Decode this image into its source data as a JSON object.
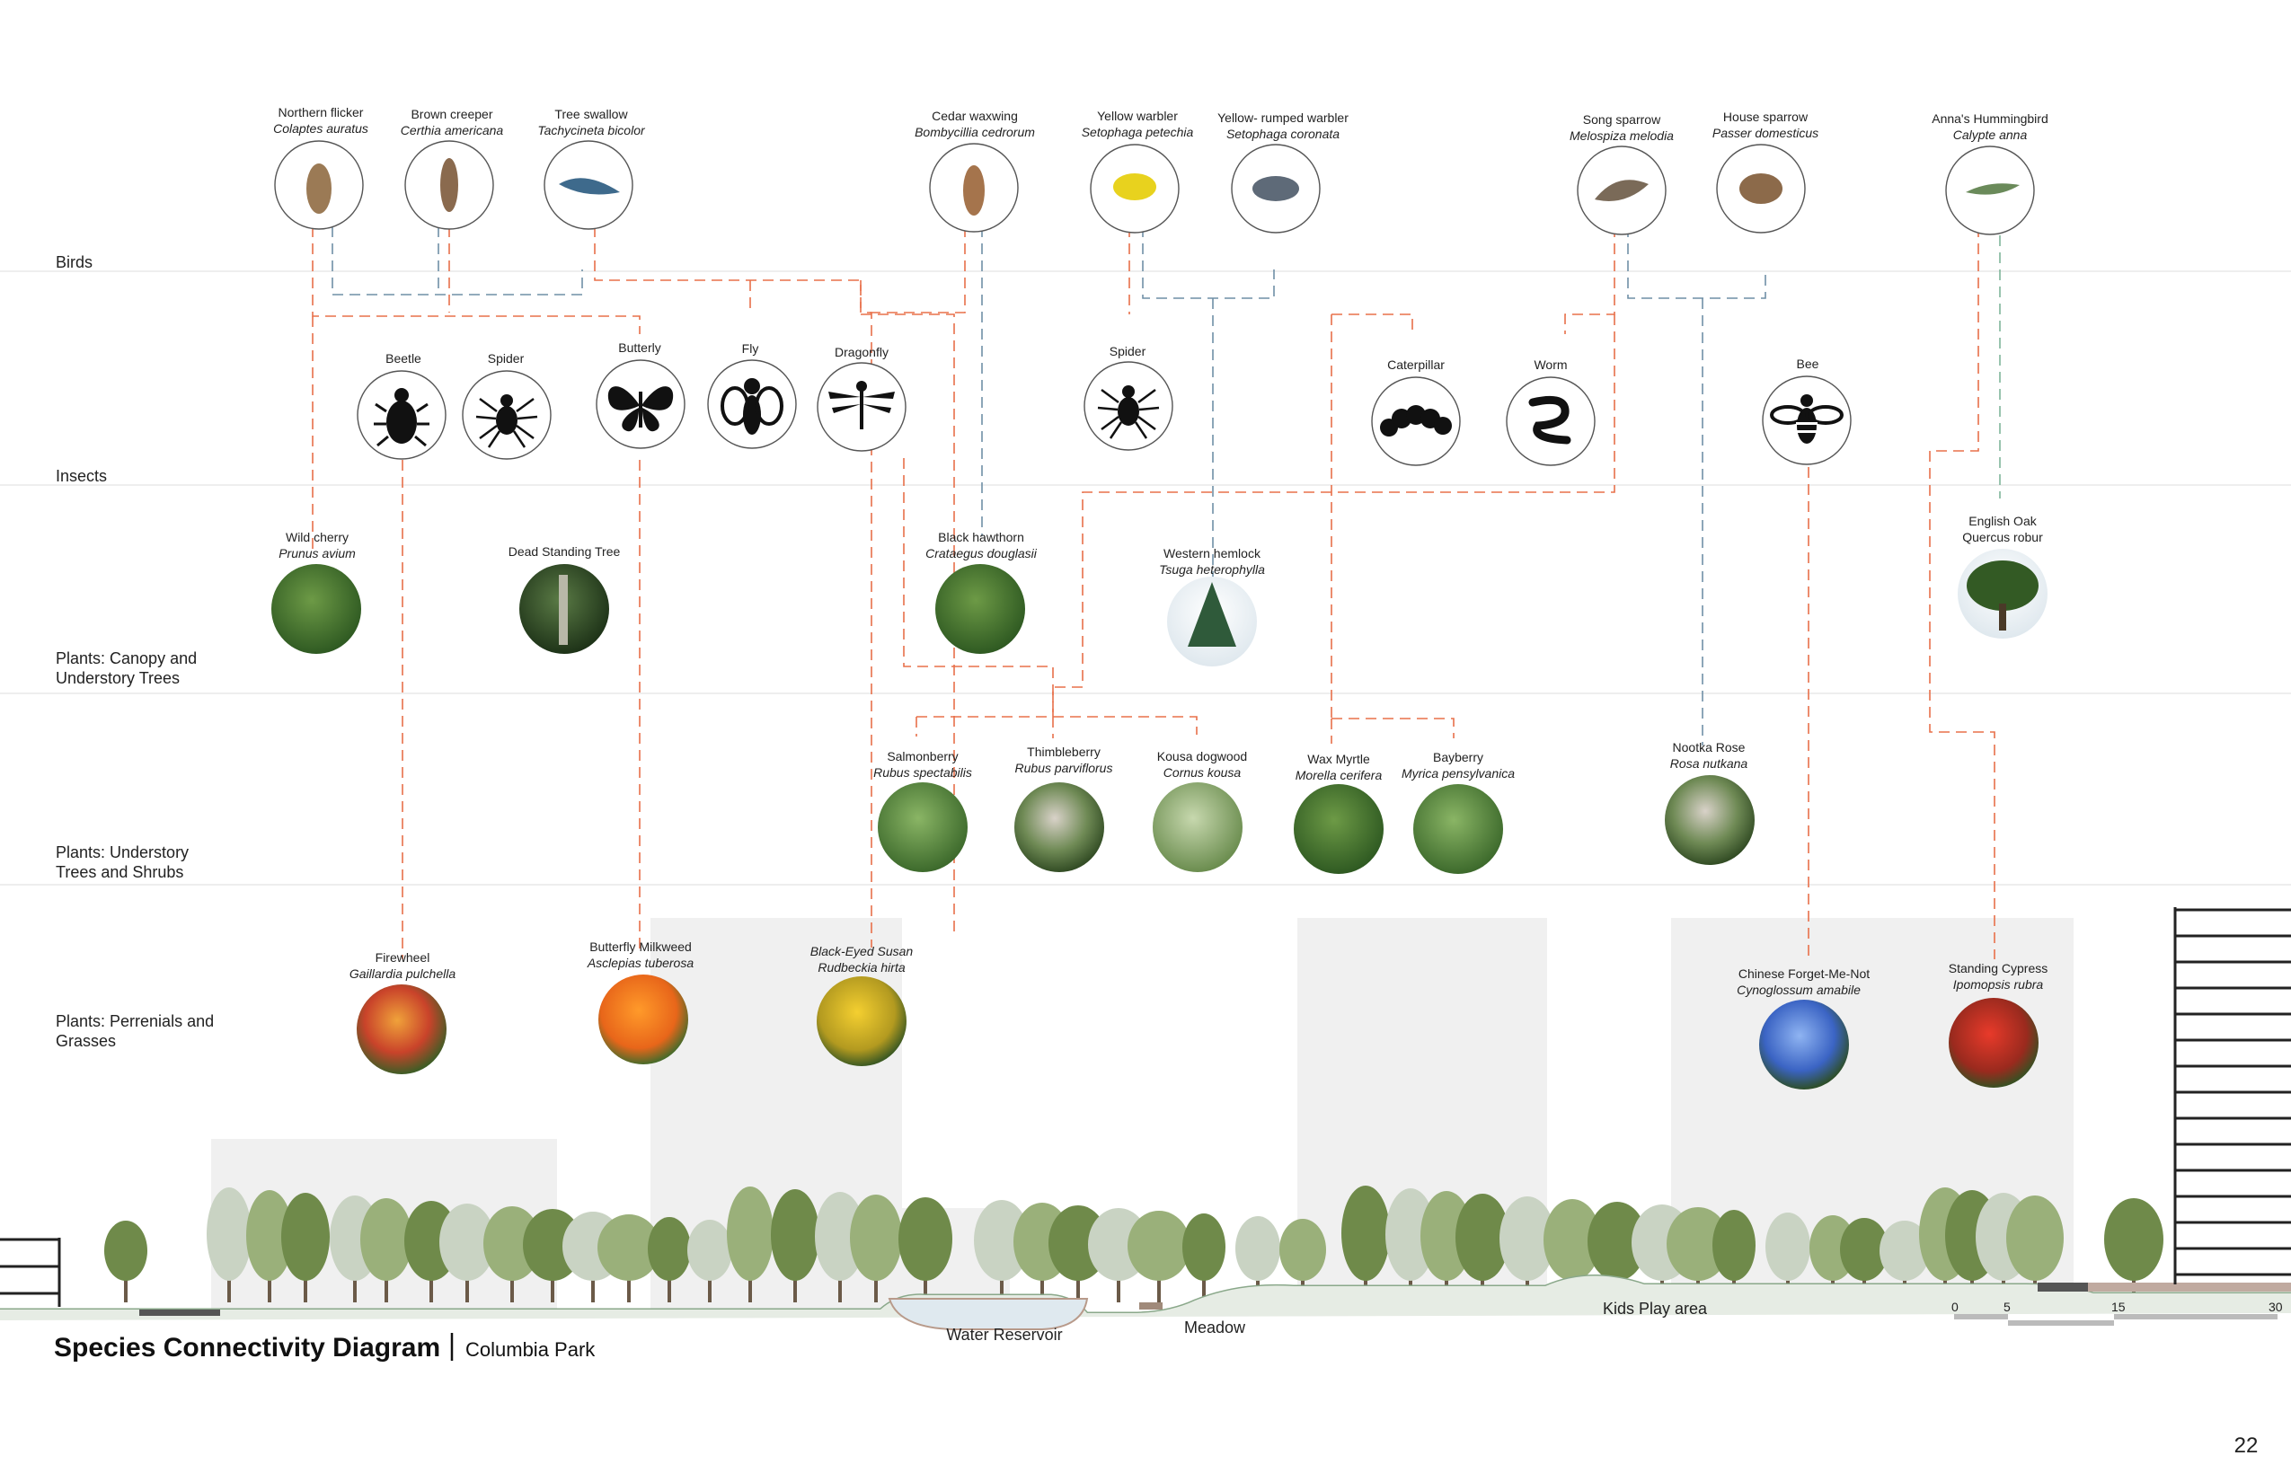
{
  "title": "Species Connectivity Diagram",
  "subtitle": "Columbia Park",
  "page_number": "22",
  "bands": [
    {
      "label": "Birds"
    },
    {
      "label": "Insects"
    },
    {
      "label": "Plants: Canopy and Understory Trees"
    },
    {
      "label": "Plants: Understory Trees and Shrubs"
    },
    {
      "label": "Plants: Perrenials and Grasses"
    }
  ],
  "birds": [
    {
      "name": "Northern flicker",
      "sci": "Colaptes auratus"
    },
    {
      "name": "Brown creeper",
      "sci": "Certhia americana"
    },
    {
      "name": "Tree swallow",
      "sci": "Tachycineta bicolor"
    },
    {
      "name": "Cedar waxwing",
      "sci": "Bombycillia cedrorum"
    },
    {
      "name": "Yellow warbler",
      "sci": "Setophaga petechia"
    },
    {
      "name": "Yellow- rumped warbler",
      "sci": "Setophaga coronata"
    },
    {
      "name": "Song sparrow",
      "sci": "Melospiza melodia"
    },
    {
      "name": "House sparrow",
      "sci": "Passer domesticus"
    },
    {
      "name": "Anna's Hummingbird",
      "sci": "Calypte anna"
    }
  ],
  "insects": [
    {
      "name": "Beetle",
      "icon": "beetle-icon"
    },
    {
      "name": "Spider",
      "icon": "spider-icon"
    },
    {
      "name": "Butterly",
      "icon": "butterfly-icon"
    },
    {
      "name": "Fly",
      "icon": "fly-icon"
    },
    {
      "name": "Dragonfly",
      "icon": "dragonfly-icon"
    },
    {
      "name": "Spider",
      "icon": "spider-icon"
    },
    {
      "name": "Caterpillar",
      "icon": "caterpillar-icon"
    },
    {
      "name": "Worm",
      "icon": "worm-icon"
    },
    {
      "name": "Bee",
      "icon": "bee-icon"
    }
  ],
  "canopy_trees": [
    {
      "name": "Wild cherry",
      "sci": "Prunus avium"
    },
    {
      "name": "Dead Standing Tree",
      "sci": ""
    },
    {
      "name": "Black hawthorn",
      "sci": "Crataegus douglasii"
    },
    {
      "name": "Western hemlock",
      "sci": "Tsuga heterophylla"
    },
    {
      "name": "English Oak",
      "sci": "Quercus robur"
    }
  ],
  "shrubs": [
    {
      "name": "Salmonberry",
      "sci": "Rubus spectabilis"
    },
    {
      "name": "Thimbleberry",
      "sci": "Rubus parviflorus"
    },
    {
      "name": "Kousa dogwood",
      "sci": "Cornus kousa"
    },
    {
      "name": "Wax Myrtle",
      "sci": "Morella cerifera"
    },
    {
      "name": "Bayberry",
      "sci": "Myrica pensylvanica"
    },
    {
      "name": "Nootka Rose",
      "sci": "Rosa nutkana"
    }
  ],
  "perennials": [
    {
      "name": "Firewheel",
      "sci": "Gaillardia pulchella"
    },
    {
      "name": "Butterfly Milkweed",
      "sci": "Asclepias tuberosa"
    },
    {
      "name": "Black-Eyed Susan",
      "sci": "Rudbeckia hirta"
    },
    {
      "name": "Chinese Forget-Me-Not",
      "sci": "Cynoglossum amabile"
    },
    {
      "name": "Standing Cypress",
      "sci": "Ipomopsis rubra"
    }
  ],
  "section_labels": [
    "Water Reservoir",
    "Meadow",
    "Kids Play area"
  ],
  "scale_bar": [
    "0",
    "5",
    "15",
    "30"
  ],
  "colors": {
    "orange_link": "#e8704a",
    "blue_link": "#6f8fa6",
    "green_link": "#7fb59a",
    "band_line": "#dddddd",
    "building": "#f0f0f0"
  }
}
